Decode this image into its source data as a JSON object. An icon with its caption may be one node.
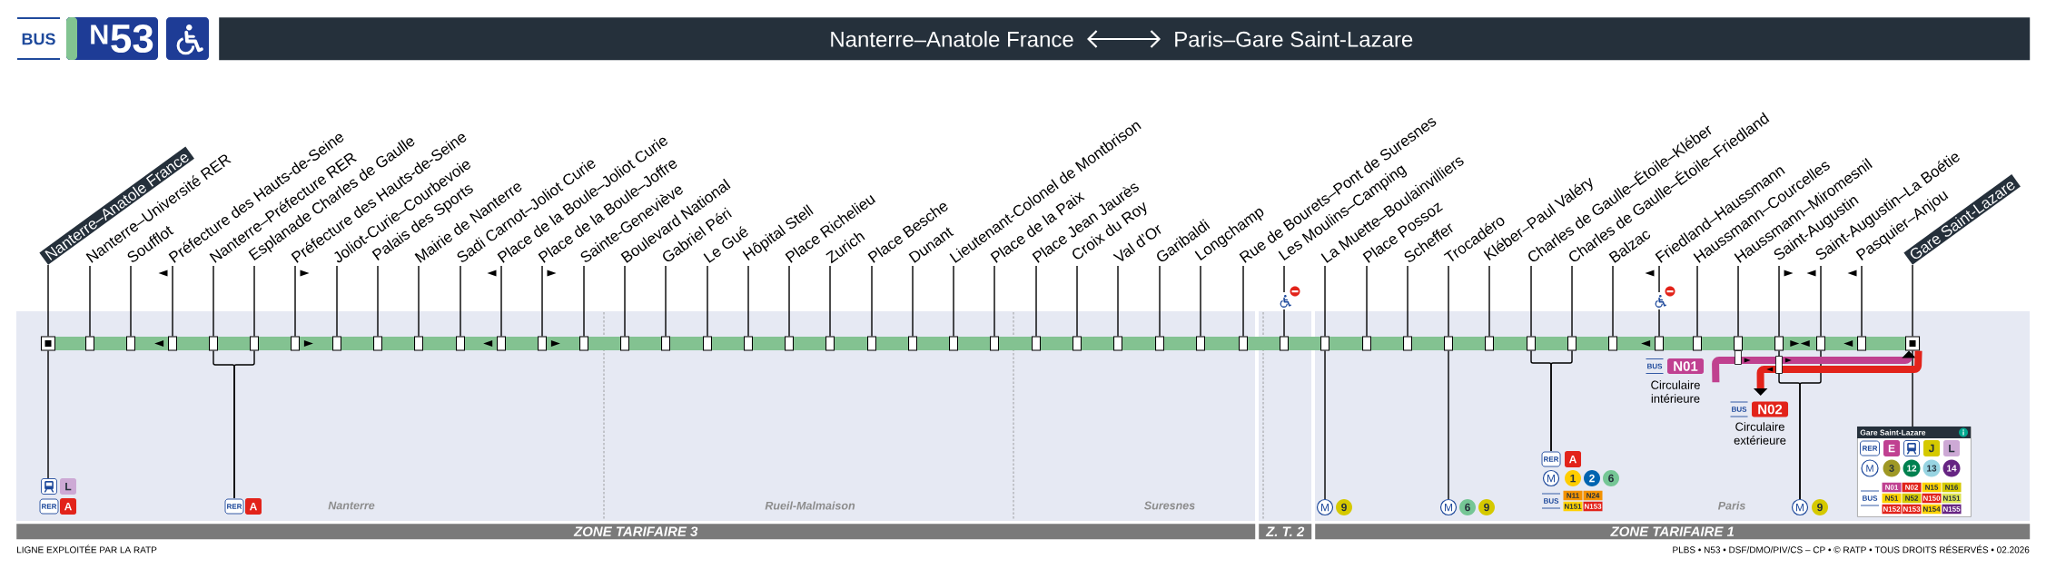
{
  "diagram": {
    "nodes": [
      {
        "text": [
          "$^{N}$53"
        ]
      },
      {
        "text": [],
        "shape": "bar"
      },
      {
        "text": [
          "Nanterre–Anatole France"
        ],
        "in": 1
      },
      {
        "text": [
          "Paris–Gare Saint-Lazare"
        ],
        "in": 1
      },
      {
        "text": [
          "Nanterre–Anatole France"
        ]
      },
      {
        "text": [
          "Nanterre–Université RER"
        ]
      },
      {
        "text": [
          "Soufflot"
        ]
      },
      {
        "text": [
          "Préfecture des Hauts-de-Seine"
        ]
      },
      {
        "text": [
          "Nanterre–Préfecture RER"
        ]
      },
      {
        "text": [
          "Esplanade Charles de Gaulle"
        ]
      },
      {
        "text": [
          "Préfecture des Hauts-de-Seine"
        ]
      },
      {
        "text": [
          "Joliot-Curie–Courbevoie"
        ]
      },
      {
        "text": [
          "Palais des Sports"
        ]
      },
      {
        "text": [
          "Mairie de Nanterre"
        ]
      },
      {
        "text": [
          "Sadi Carnot–Joliot Curie"
        ]
      },
      {
        "text": [
          "Place de la Boule–Joliot Curie"
        ]
      },
      {
        "text": [
          "Place de la Boule–Joffre"
        ]
      },
      {
        "text": [
          "Sainte-Geneviève"
        ]
      },
      {
        "text": [
          "Boulevard National"
        ]
      },
      {
        "text": [
          "Gabriel Péri"
        ]
      },
      {
        "text": [
          "Le Gué"
        ]
      },
      {
        "text": [
          "Hôpital Stell"
        ]
      },
      {
        "text": [
          "Place Richelieu"
        ]
      },
      {
        "text": [
          "Zurich"
        ]
      },
      {
        "text": [
          "Place Besche"
        ]
      },
      {
        "text": [
          "Dunant"
        ]
      },
      {
        "text": [
          "Lieutenant-Colonel de Montbrison"
        ]
      },
      {
        "text": [
          "Place de la Paix"
        ]
      },
      {
        "text": [
          "Place Jean Jaurès"
        ]
      },
      {
        "text": [
          "Croix du Roy"
        ]
      },
      {
        "text": [
          "Val d’Or"
        ]
      },
      {
        "text": [
          "Garibaldi"
        ]
      },
      {
        "text": [
          "Longchamp"
        ]
      },
      {
        "text": [
          "Rue de Bourets–Pont de Suresnes"
        ]
      },
      {
        "text": [
          "Les Moulins–Camping"
        ]
      },
      {
        "text": [
          "La Muette–Boulainvilliers"
        ]
      },
      {
        "text": [
          "Place Possoz"
        ]
      },
      {
        "text": [
          "Scheffer"
        ]
      },
      {
        "text": [
          "Trocadéro"
        ]
      },
      {
        "text": [
          "Kléber–Paul Valéry"
        ]
      },
      {
        "text": [
          "Charles de Gaulle–Étoile–Kléber"
        ]
      },
      {
        "text": [
          "Charles de Gaulle–Étoile–Friedland"
        ]
      },
      {
        "text": [
          "Balzac"
        ]
      },
      {
        "text": [
          "Friedland–Haussmann"
        ]
      },
      {
        "text": [
          "Haussmann–Courcelles"
        ]
      },
      {
        "text": [
          "Haussmann–Miromesnil"
        ]
      },
      {
        "text": [
          "Saint-Augustin"
        ]
      },
      {
        "text": [
          "Saint-Augustin–La Boétie"
        ]
      },
      {
        "text": [
          "Pasquier–Anjou"
        ]
      },
      {
        "text": [
          "Gare Saint-Lazare"
        ]
      },
      {
        "text": [],
        "shape": "box"
      },
      {
        "text": [],
        "shape": "box"
      },
      {
        "text": [],
        "shape": "box"
      },
      {
        "text": [],
        "shape": "box"
      },
      {
        "text": [],
        "shape": "box"
      },
      {
        "text": [],
        "shape": "box"
      },
      {
        "text": [],
        "shape": "box"
      },
      {
        "text": [],
        "shape": "box"
      },
      {
        "text": [],
        "shape": "box"
      },
      {
        "text": [],
        "shape": "box"
      },
      {
        "text": [],
        "shape": "box"
      },
      {
        "text": [],
        "shape": "box"
      },
      {
        "text": [],
        "shape": "box"
      },
      {
        "text": [],
        "shape": "box"
      },
      {
        "text": [],
        "shape": "box"
      },
      {
        "text": [],
        "shape": "box"
      },
      {
        "text": [],
        "shape": "box"
      },
      {
        "text": [],
        "shape": "box"
      },
      {
        "text": [],
        "shape": "box"
      },
      {
        "text": [],
        "shape": "box"
      },
      {
        "text": [],
        "shape": "box"
      },
      {
        "text": [],
        "shape": "box"
      },
      {
        "text": [],
        "shape": "box"
      },
      {
        "text": [],
        "shape": "box"
      },
      {
        "text": [],
        "shape": "box"
      },
      {
        "text": [],
        "shape": "box"
      },
      {
        "text": [],
        "shape": "box"
      },
      {
        "text": [],
        "shape": "box"
      },
      {
        "text": [],
        "shape": "box"
      },
      {
        "text": [],
        "shape": "box"
      },
      {
        "text": [],
        "shape": "box"
      },
      {
        "text": [],
        "shape": "box"
      },
      {
        "text": [],
        "shape": "box"
      },
      {
        "text": [],
        "shape": "box"
      },
      {
        "text": [],
        "shape": "box"
      },
      {
        "text": [],
        "shape": "box"
      },
      {
        "text": [],
        "shape": "box"
      },
      {
        "text": [],
        "shape": "box"
      },
      {
        "text": [],
        "shape": "box"
      },
      {
        "text": [],
        "shape": "box"
      },
      {
        "text": [],
        "shape": "box"
      },
      {
        "text": [],
        "shape": "box"
      },
      {
        "text": [],
        "shape": "box"
      },
      {
        "text": [],
        "shape": "box"
      },
      {
        "text": [],
        "shape": "box"
      },
      {
        "text": [],
        "shape": "box"
      },
      {
        "text": [
          "BUS",
          "N01",
          "Circulaire intérieure"
        ]
      },
      {
        "text": [
          "BUS",
          "N02",
          "Circulaire extérieure"
        ]
      },
      {
        "text": [
          "L",
          "RER",
          "A"
        ]
      },
      {
        "text": [
          "RER",
          "A"
        ]
      },
      {
        "text": [
          "M",
          "9"
        ]
      },
      {
        "text": [
          "M",
          "6",
          "9"
        ]
      },
      {
        "text": [
          "RER",
          "A",
          "M",
          "1",
          "2",
          "6",
          "BUS",
          "N11",
          "N24",
          "N151",
          "N153"
        ]
      },
      {
        "text": [
          "M",
          "9"
        ]
      },
      {
        "text": [
          "Gare Saint-Lazare",
          "RER",
          "E",
          "J",
          "L",
          "M",
          "3",
          "12",
          "13",
          "14",
          "BUS",
          "N01",
          "N02",
          "N15",
          "N16",
          "N51",
          "N52",
          "N150",
          "N151",
          "N152",
          "N153",
          "N154",
          "N155"
        ]
      },
      {
        "text": [
          "ZONE TARIFAIRE 3"
        ]
      },
      {
        "text": [
          "Z. T. 2"
        ]
      },
      {
        "text": [
          "ZONE TARIFAIRE 1"
        ]
      }
    ],
    "edges": [
      {
        "from": 2,
        "to": 3,
        "arrow": "both",
        "color": "#ffffff"
      },
      {
        "from": 4,
        "to": 50,
        "arrow": "none"
      },
      {
        "from": 5,
        "to": 51,
        "arrow": "none"
      },
      {
        "from": 6,
        "to": 52,
        "arrow": "none"
      },
      {
        "from": 7,
        "to": 53,
        "arrow": "none"
      },
      {
        "from": 8,
        "to": 54,
        "arrow": "none"
      },
      {
        "from": 9,
        "to": 55,
        "arrow": "none"
      },
      {
        "from": 10,
        "to": 56,
        "arrow": "none"
      },
      {
        "from": 11,
        "to": 57,
        "arrow": "none"
      },
      {
        "from": 12,
        "to": 58,
        "arrow": "none"
      },
      {
        "from": 13,
        "to": 59,
        "arrow": "none"
      },
      {
        "from": 14,
        "to": 60,
        "arrow": "none"
      },
      {
        "from": 15,
        "to": 61,
        "arrow": "none"
      },
      {
        "from": 16,
        "to": 62,
        "arrow": "none"
      },
      {
        "from": 17,
        "to": 63,
        "arrow": "none"
      },
      {
        "from": 18,
        "to": 64,
        "arrow": "none"
      },
      {
        "from": 19,
        "to": 65,
        "arrow": "none"
      },
      {
        "from": 20,
        "to": 66,
        "arrow": "none"
      },
      {
        "from": 21,
        "to": 67,
        "arrow": "none"
      },
      {
        "from": 22,
        "to": 68,
        "arrow": "none"
      },
      {
        "from": 23,
        "to": 69,
        "arrow": "none"
      },
      {
        "from": 24,
        "to": 70,
        "arrow": "none"
      },
      {
        "from": 25,
        "to": 71,
        "arrow": "none"
      },
      {
        "from": 26,
        "to": 72,
        "arrow": "none"
      },
      {
        "from": 27,
        "to": 73,
        "arrow": "none"
      },
      {
        "from": 28,
        "to": 74,
        "arrow": "none"
      },
      {
        "from": 29,
        "to": 75,
        "arrow": "none"
      },
      {
        "from": 30,
        "to": 76,
        "arrow": "none"
      },
      {
        "from": 31,
        "to": 77,
        "arrow": "none"
      },
      {
        "from": 32,
        "to": 78,
        "arrow": "none"
      },
      {
        "from": 33,
        "to": 79,
        "arrow": "none"
      },
      {
        "from": 34,
        "to": 80,
        "arrow": "none"
      },
      {
        "from": 35,
        "to": 81,
        "arrow": "none"
      },
      {
        "from": 36,
        "to": 82,
        "arrow": "none"
      },
      {
        "from": 37,
        "to": 83,
        "arrow": "none"
      },
      {
        "from": 38,
        "to": 84,
        "arrow": "none"
      },
      {
        "from": 39,
        "to": 85,
        "arrow": "none"
      },
      {
        "from": 40,
        "to": 86,
        "arrow": "none"
      },
      {
        "from": 41,
        "to": 87,
        "arrow": "none"
      },
      {
        "from": 42,
        "to": 88,
        "arrow": "none"
      },
      {
        "from": 43,
        "to": 89,
        "arrow": "none"
      },
      {
        "from": 44,
        "to": 90,
        "arrow": "none"
      },
      {
        "from": 45,
        "to": 91,
        "arrow": "none"
      },
      {
        "from": 46,
        "to": 92,
        "arrow": "none"
      },
      {
        "from": 47,
        "to": 93,
        "arrow": "none"
      },
      {
        "from": 48,
        "to": 94,
        "arrow": "none"
      },
      {
        "from": 49,
        "to": 95,
        "arrow": "none"
      },
      {
        "from": 50,
        "to": 51,
        "arrow": "none",
        "style": "thick",
        "color": "#83c291"
      },
      {
        "from": 51,
        "to": 52,
        "arrow": "none",
        "style": "thick",
        "color": "#83c291"
      },
      {
        "from": 53,
        "to": 52,
        "arrow": "to",
        "style": "thick",
        "color": "#83c291"
      },
      {
        "from": 53,
        "to": 54,
        "arrow": "none",
        "style": "thick",
        "color": "#83c291"
      },
      {
        "from": 54,
        "to": 55,
        "arrow": "none",
        "style": "thick",
        "color": "#83c291"
      },
      {
        "from": 55,
        "to": 56,
        "arrow": "none",
        "style": "thick",
        "color": "#83c291"
      },
      {
        "from": 56,
        "to": 57,
        "arrow": "to",
        "style": "thick",
        "color": "#83c291"
      },
      {
        "from": 57,
        "to": 58,
        "arrow": "none",
        "style": "thick",
        "color": "#83c291"
      },
      {
        "from": 58,
        "to": 59,
        "arrow": "none",
        "style": "thick",
        "color": "#83c291"
      },
      {
        "from": 59,
        "to": 60,
        "arrow": "none",
        "style": "thick",
        "color": "#83c291"
      },
      {
        "from": 61,
        "to": 60,
        "arrow": "to",
        "style": "thick",
        "color": "#83c291"
      },
      {
        "from": 61,
        "to": 62,
        "arrow": "none",
        "style": "thick",
        "color": "#83c291"
      },
      {
        "from": 62,
        "to": 63,
        "arrow": "to",
        "style": "thick",
        "color": "#83c291"
      },
      {
        "from": 63,
        "to": 64,
        "arrow": "none",
        "style": "thick",
        "color": "#83c291"
      },
      {
        "from": 64,
        "to": 65,
        "arrow": "none",
        "style": "thick",
        "color": "#83c291"
      },
      {
        "from": 65,
        "to": 66,
        "arrow": "none",
        "style": "thick",
        "color": "#83c291"
      },
      {
        "from": 66,
        "to": 67,
        "arrow": "none",
        "style": "thick",
        "color": "#83c291"
      },
      {
        "from": 67,
        "to": 68,
        "arrow": "none",
        "style": "thick",
        "color": "#83c291"
      },
      {
        "from": 68,
        "to": 69,
        "arrow": "none",
        "style": "thick",
        "color": "#83c291"
      },
      {
        "from": 69,
        "to": 70,
        "arrow": "none",
        "style": "thick",
        "color": "#83c291"
      },
      {
        "from": 70,
        "to": 71,
        "arrow": "none",
        "style": "thick",
        "color": "#83c291"
      },
      {
        "from": 71,
        "to": 72,
        "arrow": "none",
        "style": "thick",
        "color": "#83c291"
      },
      {
        "from": 72,
        "to": 73,
        "arrow": "none",
        "style": "thick",
        "color": "#83c291"
      },
      {
        "from": 73,
        "to": 74,
        "arrow": "none",
        "style": "thick",
        "color": "#83c291"
      },
      {
        "from": 74,
        "to": 75,
        "arrow": "none",
        "style": "thick",
        "color": "#83c291"
      },
      {
        "from": 75,
        "to": 76,
        "arrow": "none",
        "style": "thick",
        "color": "#83c291"
      },
      {
        "from": 76,
        "to": 77,
        "arrow": "none",
        "style": "thick",
        "color": "#83c291"
      },
      {
        "from": 77,
        "to": 78,
        "arrow": "none",
        "style": "thick",
        "color": "#83c291"
      },
      {
        "from": 78,
        "to": 79,
        "arrow": "none",
        "style": "thick",
        "color": "#83c291"
      },
      {
        "from": 79,
        "to": 80,
        "arrow": "none",
        "style": "thick",
        "color": "#83c291"
      },
      {
        "from": 80,
        "to": 81,
        "arrow": "none",
        "style": "thick",
        "color": "#83c291"
      },
      {
        "from": 81,
        "to": 82,
        "arrow": "none",
        "style": "thick",
        "color": "#83c291"
      },
      {
        "from": 82,
        "to": 83,
        "arrow": "none",
        "style": "thick",
        "color": "#83c291"
      },
      {
        "from": 83,
        "to": 84,
        "arrow": "none",
        "style": "thick",
        "color": "#83c291"
      },
      {
        "from": 84,
        "to": 85,
        "arrow": "none",
        "style": "thick",
        "color": "#83c291"
      },
      {
        "from": 85,
        "to": 86,
        "arrow": "none",
        "style": "thick",
        "color": "#83c291"
      },
      {
        "from": 86,
        "to": 87,
        "arrow": "none",
        "style": "thick",
        "color": "#83c291"
      },
      {
        "from": 87,
        "to": 88,
        "arrow": "none",
        "style": "thick",
        "color": "#83c291"
      },
      {
        "from": 89,
        "to": 88,
        "arrow": "to",
        "style": "thick",
        "color": "#83c291"
      },
      {
        "from": 89,
        "to": 90,
        "arrow": "none",
        "style": "thick",
        "color": "#83c291"
      },
      {
        "from": 90,
        "to": 91,
        "arrow": "none",
        "style": "thick",
        "color": "#83c291"
      },
      {
        "from": 91,
        "to": 92,
        "arrow": "none",
        "style": "thick",
        "color": "#83c291"
      },
      {
        "from": 92,
        "to": 93,
        "arrow": "both",
        "style": "thick",
        "color": "#83c291"
      },
      {
        "from": 94,
        "to": 93,
        "arrow": "to",
        "style": "thick",
        "color": "#83c291"
      },
      {
        "from": 94,
        "to": 95,
        "arrow": "none",
        "style": "thick",
        "color": "#83c291"
      },
      {
        "from": 50,
        "to": 98,
        "arrow": "none"
      },
      {
        "from": 54,
        "to": 99,
        "arrow": "none"
      },
      {
        "from": 55,
        "to": 99,
        "arrow": "none"
      },
      {
        "from": 81,
        "to": 100,
        "arrow": "none"
      },
      {
        "from": 84,
        "to": 101,
        "arrow": "none"
      },
      {
        "from": 86,
        "to": 102,
        "arrow": "none"
      },
      {
        "from": 87,
        "to": 102,
        "arrow": "none"
      },
      {
        "from": 92,
        "to": 103,
        "arrow": "none"
      },
      {
        "from": 93,
        "to": 103,
        "arrow": "none"
      },
      {
        "from": 95,
        "to": 104,
        "arrow": "none"
      },
      {
        "from": 96,
        "to": 95,
        "arrow": "to",
        "style": "thick",
        "color": "#c0418f"
      },
      {
        "from": 95,
        "to": 97,
        "arrow": "to",
        "style": "thick",
        "color": "#e2231a"
      }
    ],
    "labels": [
      "BUS",
      "Nanterre",
      "Rueil-Malmaison",
      "Suresnes",
      "Paris",
      "LIGNE EXPLOITÉE PAR LA RATP",
      "PLBS • N53 • DSF/DMO/PIV/CS – CP • © RATP • TOUS DROITS RÉSERVÉS • 02.2026"
    ]
  }
}
